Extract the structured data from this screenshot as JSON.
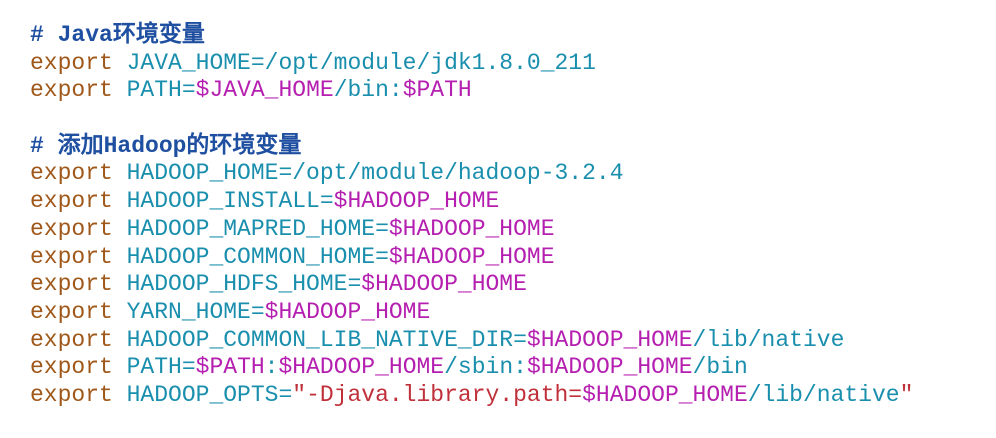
{
  "lines": [
    [
      {
        "t": "# Java环境变量",
        "c": "comment"
      }
    ],
    [
      {
        "t": "export",
        "c": "keyword"
      },
      {
        "t": " JAVA_HOME=/opt/module/jdk1.8.0_211",
        "c": "var"
      }
    ],
    [
      {
        "t": "export",
        "c": "keyword"
      },
      {
        "t": " PATH=",
        "c": "var"
      },
      {
        "t": "$JAVA_HOME",
        "c": "ref"
      },
      {
        "t": "/bin:",
        "c": "var"
      },
      {
        "t": "$PATH",
        "c": "ref"
      }
    ],
    [],
    [
      {
        "t": "# 添加Hadoop的环境变量",
        "c": "comment"
      }
    ],
    [
      {
        "t": "export",
        "c": "keyword"
      },
      {
        "t": " HADOOP_HOME=/opt/module/hadoop-3.2.4",
        "c": "var"
      }
    ],
    [
      {
        "t": "export",
        "c": "keyword"
      },
      {
        "t": " HADOOP_INSTALL=",
        "c": "var"
      },
      {
        "t": "$HADOOP_HOME",
        "c": "ref"
      }
    ],
    [
      {
        "t": "export",
        "c": "keyword"
      },
      {
        "t": " HADOOP_MAPRED_HOME=",
        "c": "var"
      },
      {
        "t": "$HADOOP_HOME",
        "c": "ref"
      }
    ],
    [
      {
        "t": "export",
        "c": "keyword"
      },
      {
        "t": " HADOOP_COMMON_HOME=",
        "c": "var"
      },
      {
        "t": "$HADOOP_HOME",
        "c": "ref"
      }
    ],
    [
      {
        "t": "export",
        "c": "keyword"
      },
      {
        "t": " HADOOP_HDFS_HOME=",
        "c": "var"
      },
      {
        "t": "$HADOOP_HOME",
        "c": "ref"
      }
    ],
    [
      {
        "t": "export",
        "c": "keyword"
      },
      {
        "t": " YARN_HOME=",
        "c": "var"
      },
      {
        "t": "$HADOOP_HOME",
        "c": "ref"
      }
    ],
    [
      {
        "t": "export",
        "c": "keyword"
      },
      {
        "t": " HADOOP_COMMON_LIB_NATIVE_DIR=",
        "c": "var"
      },
      {
        "t": "$HADOOP_HOME",
        "c": "ref"
      },
      {
        "t": "/lib/native",
        "c": "var"
      }
    ],
    [
      {
        "t": "export",
        "c": "keyword"
      },
      {
        "t": " PATH=",
        "c": "var"
      },
      {
        "t": "$PATH",
        "c": "ref"
      },
      {
        "t": ":",
        "c": "var"
      },
      {
        "t": "$HADOOP_HOME",
        "c": "ref"
      },
      {
        "t": "/sbin:",
        "c": "var"
      },
      {
        "t": "$HADOOP_HOME",
        "c": "ref"
      },
      {
        "t": "/bin",
        "c": "var"
      }
    ],
    [
      {
        "t": "export",
        "c": "keyword"
      },
      {
        "t": " HADOOP_OPTS=",
        "c": "var"
      },
      {
        "t": "\"-Djava.library.path=",
        "c": "str"
      },
      {
        "t": "$HADOOP_HOME",
        "c": "ref"
      },
      {
        "t": "/lib/native",
        "c": "var"
      },
      {
        "t": "\"",
        "c": "str"
      }
    ]
  ]
}
